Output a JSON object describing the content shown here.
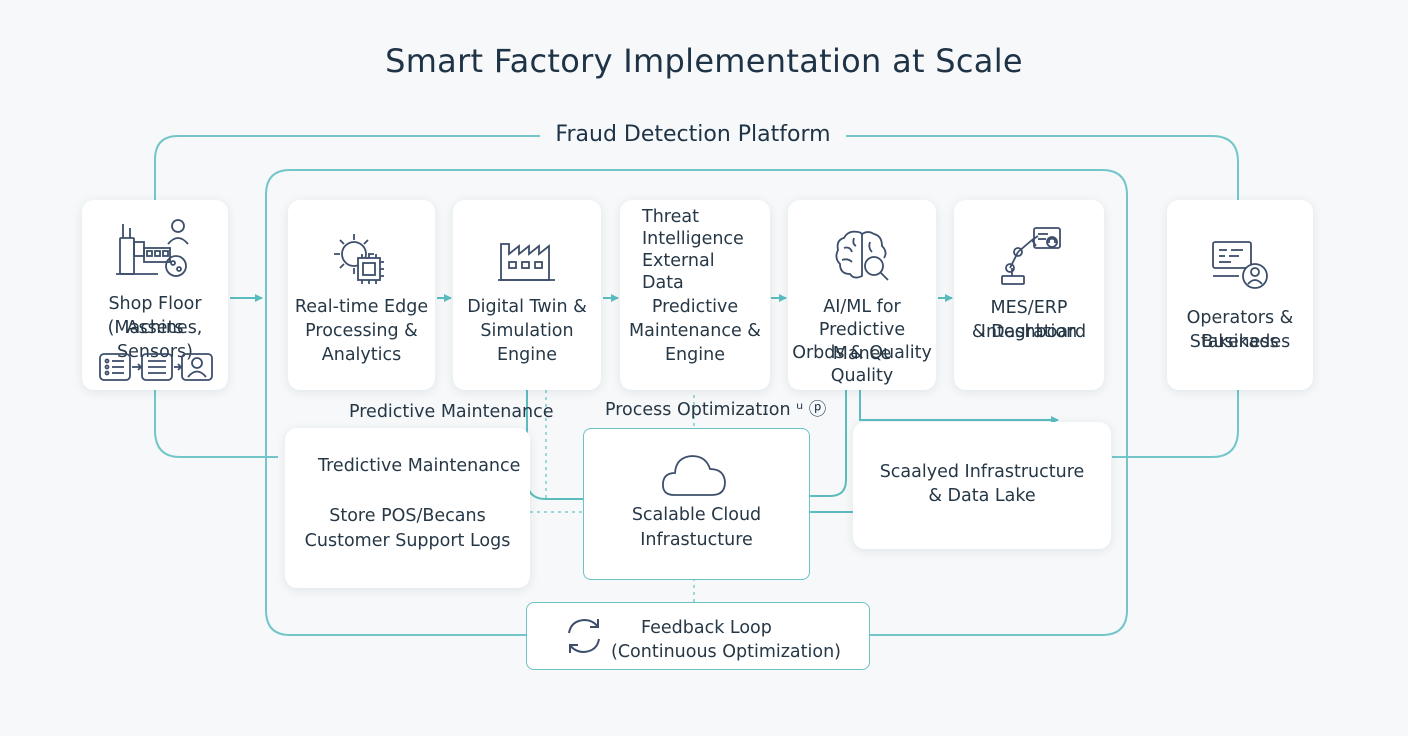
{
  "title": "Smart Factory Implementation at Scale",
  "platform_label": "Fraud Detection Platform",
  "nodes": {
    "shop_floor": {
      "line1": "Shop Floor Assets",
      "line2": "(Machines, Sensors)"
    },
    "edge": {
      "line1": "Real-time Edge",
      "line2": "Processing &",
      "line3": "Analytics"
    },
    "digital_twin": {
      "line1": "Digital Twin &",
      "line2": "Simulation Engine"
    },
    "threat": {
      "line1": "Threat",
      "line2": "Intelligence",
      "line3": "External",
      "line4": "Data",
      "line5": "Predictive",
      "line6": "Maintenance &",
      "line7": "Engine"
    },
    "aiml": {
      "line1": "AI/ML for",
      "line2": "Predictive Manee",
      "line3": "Orbds & Quality",
      "line4": "Quality"
    },
    "mes": {
      "line1": "MES/ERP Integration",
      "line2": "& Dashboard"
    },
    "operators": {
      "line1": "Operators & Business",
      "line2": "Stakekades"
    },
    "lower_left": {
      "line1": "Tredictive Maintenance",
      "line2": "Store POS/Becans",
      "line3": "Customer Support Logs"
    },
    "cloud": {
      "line1": "Scalable Cloud",
      "line2": "Infrastucture"
    },
    "data_lake": {
      "line1": "Scaalyed Infrastructure",
      "line2": "& Data Lake"
    },
    "feedback": {
      "line1": "Feedback Loop",
      "line2": "(Continuous Optimization)"
    }
  },
  "labels": {
    "predictive_maintenance": "Predictive Maintenance",
    "process_optimization": "Process Optimizatɪon ᵘ ⓟ"
  },
  "colors": {
    "accent": "#6cc3c6",
    "text": "#263746",
    "icon": "#3d4e6b"
  }
}
